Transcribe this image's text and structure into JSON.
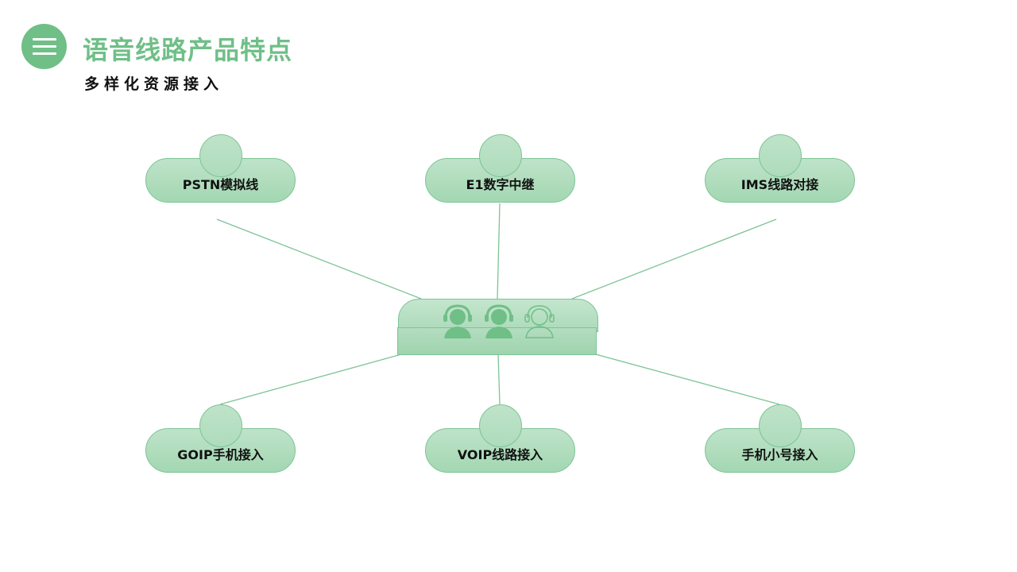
{
  "header": {
    "title": "语音线路产品特点",
    "subtitle": "多样化资源接入",
    "icon": "list-icon"
  },
  "nodes": [
    {
      "label": "PSTN模拟线"
    },
    {
      "label": "E1数字中继"
    },
    {
      "label": "IMS线路对接"
    },
    {
      "label": "GOIP手机接入"
    },
    {
      "label": "VOIP线路接入"
    },
    {
      "label": "手机小号接入"
    }
  ],
  "hub": {
    "icons": [
      "agent-headset-icon",
      "agent-headset-icon",
      "agent-headset-outline-icon"
    ]
  },
  "colors": {
    "accent": "#6fbf87",
    "fill": "#b3ddc0",
    "line": "#7cc495"
  }
}
